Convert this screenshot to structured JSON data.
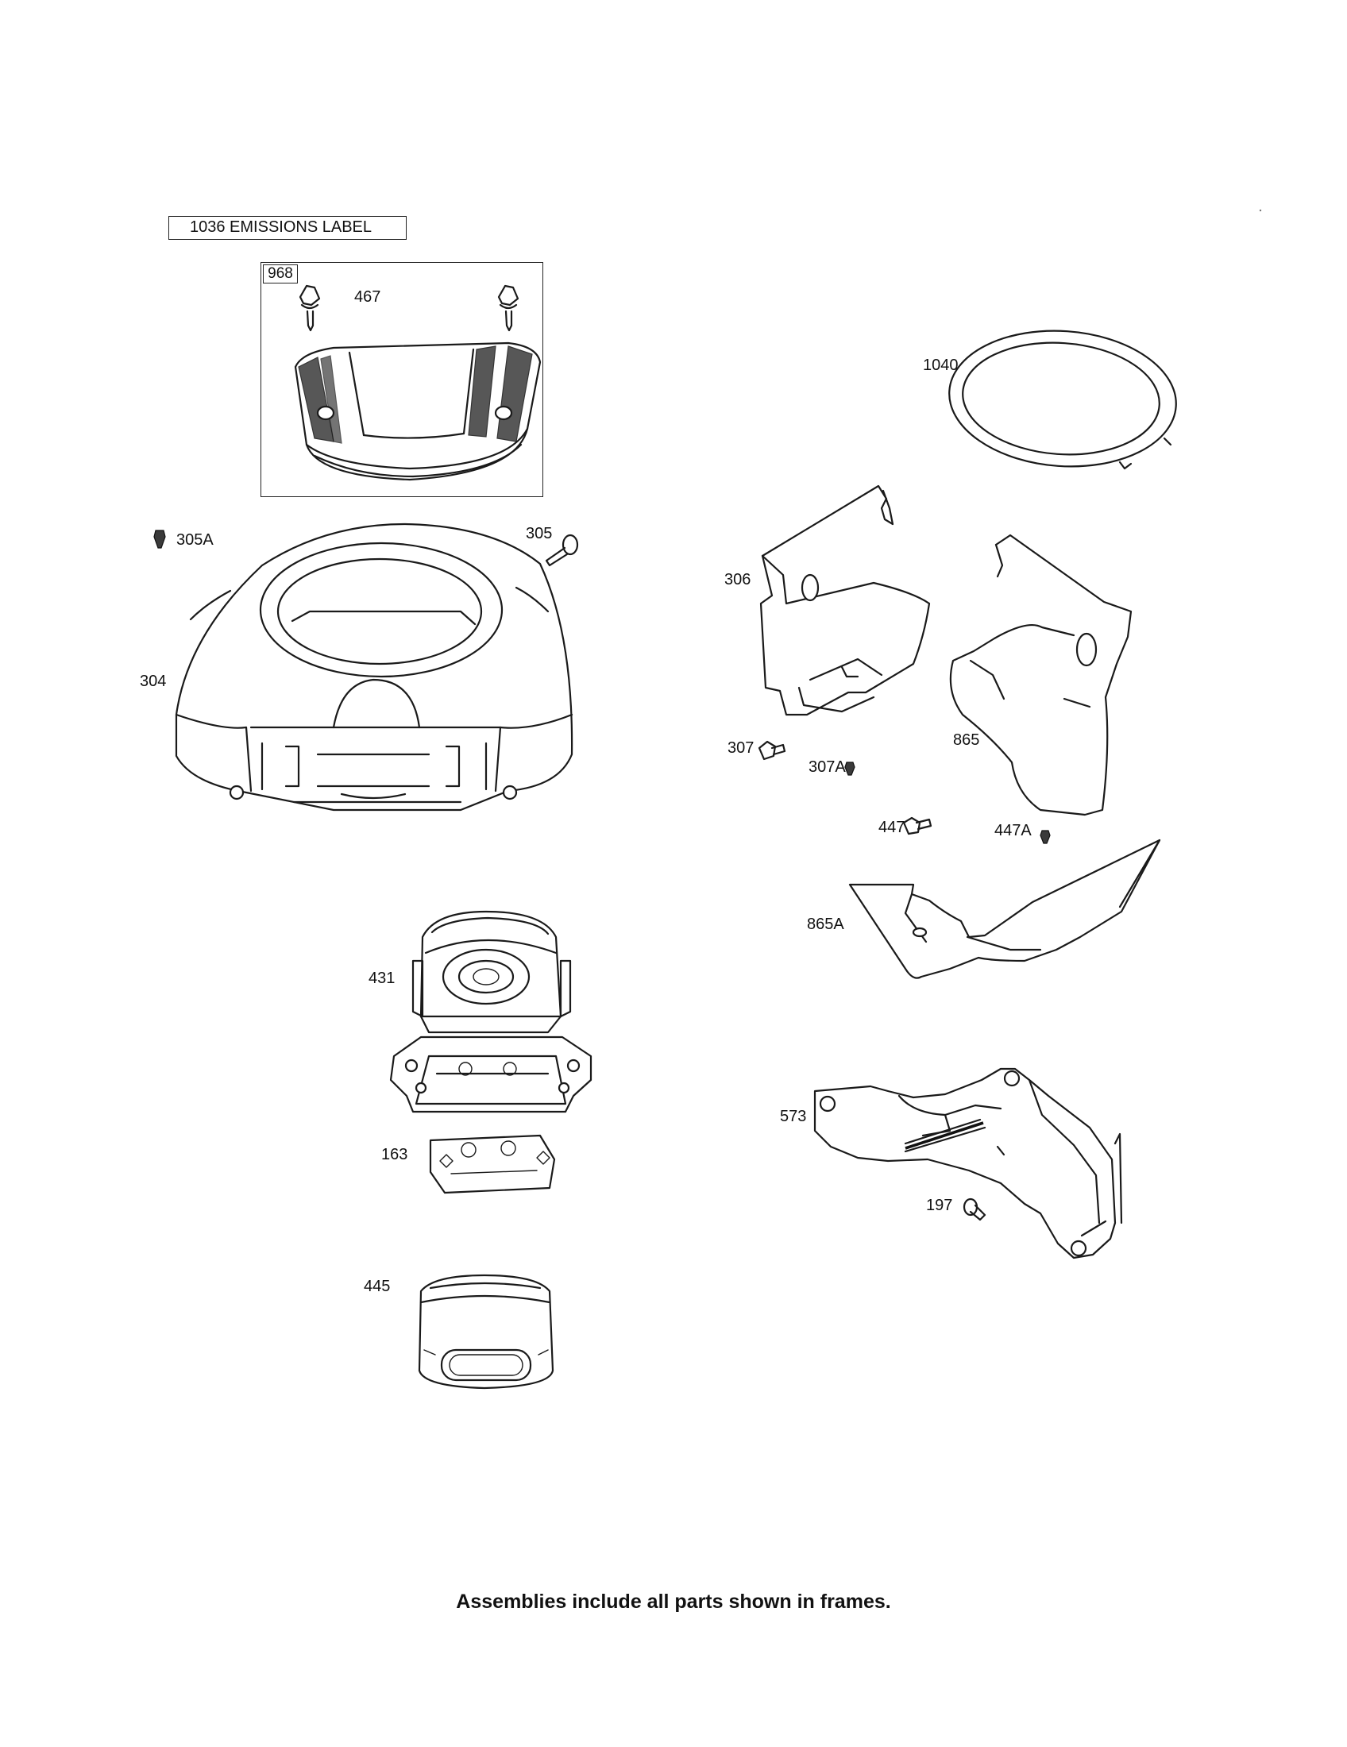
{
  "frames": {
    "emissions_label": "1036 EMISSIONS LABEL",
    "assembly_tag": "968"
  },
  "callouts": {
    "c467": "467",
    "c1040": "1040",
    "c305A": "305A",
    "c305": "305",
    "c306": "306",
    "c304": "304",
    "c307": "307",
    "c307A": "307A",
    "c865": "865",
    "c447": "447",
    "c447A": "447A",
    "c865A": "865A",
    "c431": "431",
    "c573": "573",
    "c163": "163",
    "c197": "197",
    "c445": "445"
  },
  "footer": {
    "note": "Assemblies include all parts shown in frames."
  }
}
